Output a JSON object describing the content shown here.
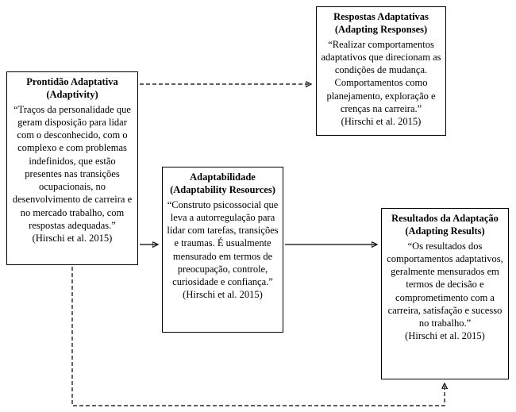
{
  "colors": {
    "border": "#000000",
    "text": "#000000",
    "background": "#ffffff"
  },
  "boxes": {
    "adaptivity": {
      "title": "Prontidão Adaptativa (Adaptivity)",
      "body": "“Traços da personalidade que geram disposição para lidar com o desconhecido, com o complexo e com problemas indefinidos, que estão presentes nas transições ocupacionais, no desenvolvimento de carreira e no mercado trabalho, com respostas adequadas.”",
      "citation": "(Hirschi et al. 2015)"
    },
    "responses": {
      "title": "Respostas Adaptativas (Adapting Responses)",
      "body": "“Realizar comportamentos adaptativos que direcionam as condições de mudança. Comportamentos como planejamento, exploração e crenças na carreira.”",
      "citation": "(Hirschi et al. 2015)"
    },
    "adaptability": {
      "title": "Adaptabilidade (Adaptability Resources)",
      "body": "“Construto psicossocial que leva a autorregulação para lidar com tarefas, transições e traumas. É usualmente mensurado em termos de preocupação, controle, curiosidade e confiança.”",
      "citation": "(Hirschi et al. 2015)"
    },
    "results": {
      "title": "Resultados da Adaptação (Adapting Results)",
      "body": "“Os resultados dos comportamentos adaptativos, geralmente mensurados em termos de decisão e comprometimento com a carreira, satisfação e sucesso no trabalho.”",
      "citation": "(Hirschi et al. 2015)"
    }
  },
  "arrows": [
    {
      "from": "adaptivity",
      "to": "responses",
      "style": "dashed"
    },
    {
      "from": "adaptivity",
      "to": "adaptability",
      "style": "solid"
    },
    {
      "from": "adaptability",
      "to": "results",
      "style": "solid"
    },
    {
      "from": "adaptivity",
      "to": "results",
      "style": "dashed-elbow"
    }
  ]
}
